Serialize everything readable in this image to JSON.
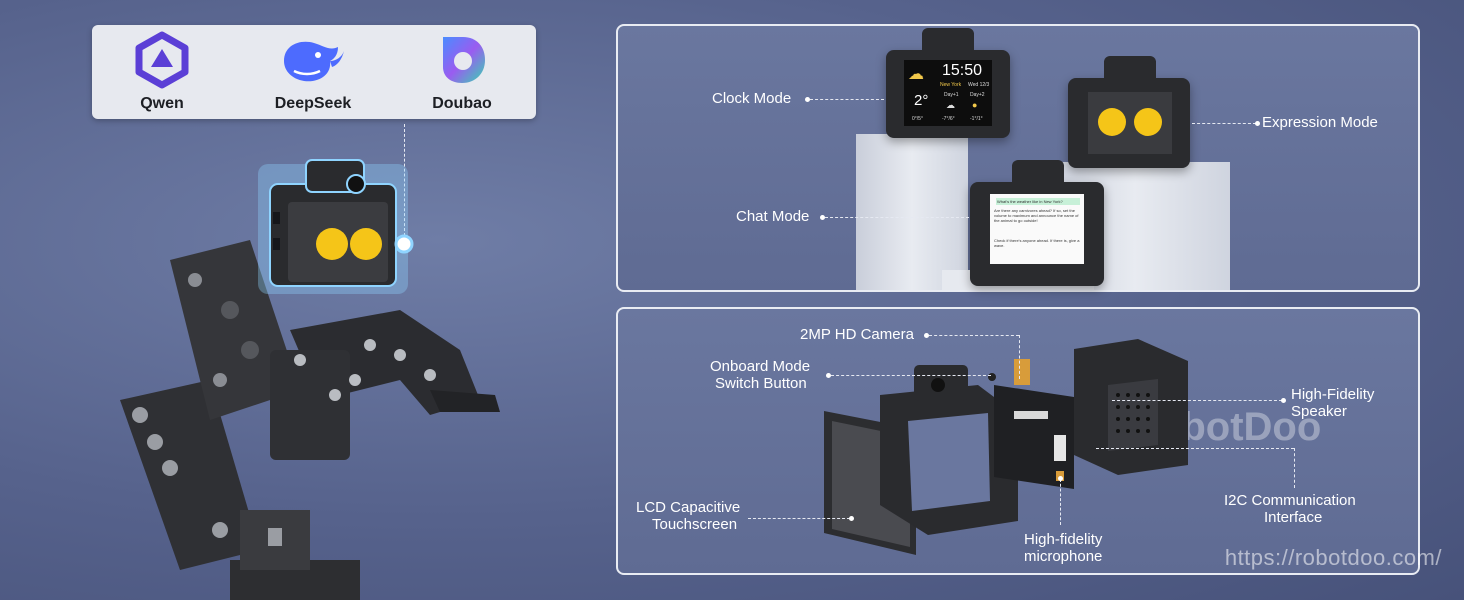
{
  "ai_models": [
    {
      "name": "Qwen",
      "icon": "qwen-logo-icon",
      "color": "#5b3fd6"
    },
    {
      "name": "DeepSeek",
      "icon": "deepseek-whale-icon",
      "color": "#4d6bfe"
    },
    {
      "name": "Doubao",
      "icon": "doubao-logo-icon",
      "color": "#7a5cf0"
    }
  ],
  "modes": {
    "clock": {
      "label": "Clock Mode",
      "time": "15:50",
      "city": "New York",
      "date": "Wed 12/3",
      "temp": "2°",
      "temp_range": "0°/5°",
      "day1": "Day+1",
      "day1_range": "-7°/6°",
      "day2": "Day+2",
      "day2_range": "-1°/1°"
    },
    "expression": {
      "label": "Expression Mode"
    },
    "chat": {
      "label": "Chat Mode",
      "question": "What's the weather like in New York?",
      "answer1": "Are there any carnivores ahead? If so, set the volume to maximum and announce the name of the animal to go outside!",
      "answer2": "Check if there's anyone ahead. If there is, give a wave."
    }
  },
  "components": {
    "camera": "2MP HD Camera",
    "switch_line1": "Onboard Mode",
    "switch_line2": "Switch Button",
    "speaker_line1": "High-Fidelity",
    "speaker_line2": "Speaker",
    "lcd_line1": "LCD Capacitive",
    "lcd_line2": "Touchscreen",
    "mic_line1": "High-fidelity",
    "mic_line2": "microphone",
    "i2c_line1": "I2C Communication",
    "i2c_line2": "Interface"
  },
  "watermark": "RobotDoo",
  "url": "https://robotdoo.com/",
  "colors": {
    "eye_yellow": "#f5c518",
    "accent_glow": "#8fd4ff"
  }
}
